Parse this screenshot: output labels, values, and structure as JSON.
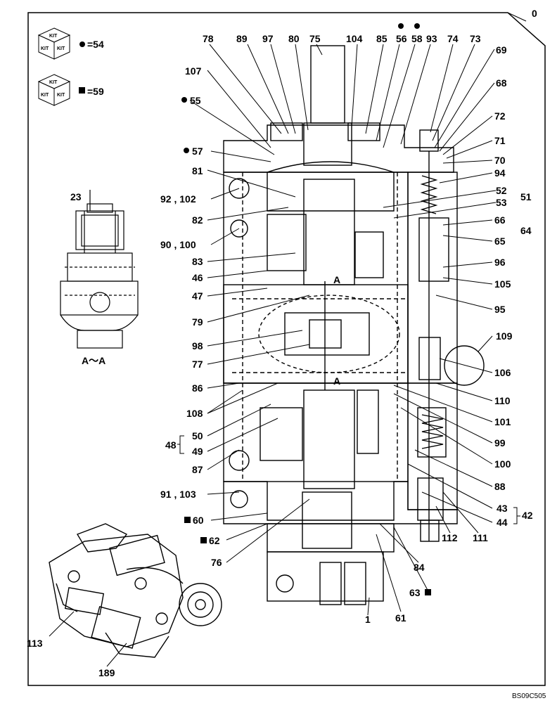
{
  "sheet": {
    "page_number": "0",
    "reference": "BS09C505"
  },
  "legend": [
    {
      "kit_label": "KIT",
      "symbol": "●",
      "equals": "=54"
    },
    {
      "kit_label": "KIT",
      "symbol": "■",
      "equals": "=59"
    }
  ],
  "section": {
    "part_number": "23",
    "caption": "A～A"
  },
  "section_marker": "A",
  "callouts": [
    "78",
    "89",
    "97",
    "80",
    "75",
    "104",
    "85",
    "56",
    "58",
    "93",
    "74",
    "73",
    "69",
    "68",
    "72",
    "71",
    "70",
    "94",
    "52",
    "53",
    "51",
    "66",
    "65",
    "64",
    "96",
    "105",
    "95",
    "109",
    "106",
    "110",
    "101",
    "99",
    "100",
    "88",
    "43",
    "44",
    "42",
    "112",
    "111",
    "84",
    "63",
    "61",
    "1",
    "107",
    "55",
    "57",
    "81",
    "92 , 102",
    "82",
    "90 , 100",
    "83",
    "46",
    "47",
    "79",
    "98",
    "77",
    "86",
    "108",
    "50",
    "49",
    "48",
    "87",
    "91 , 103",
    "60",
    "62",
    "76",
    "113",
    "189"
  ],
  "bullet_symbol": "●",
  "square_symbol": "■"
}
